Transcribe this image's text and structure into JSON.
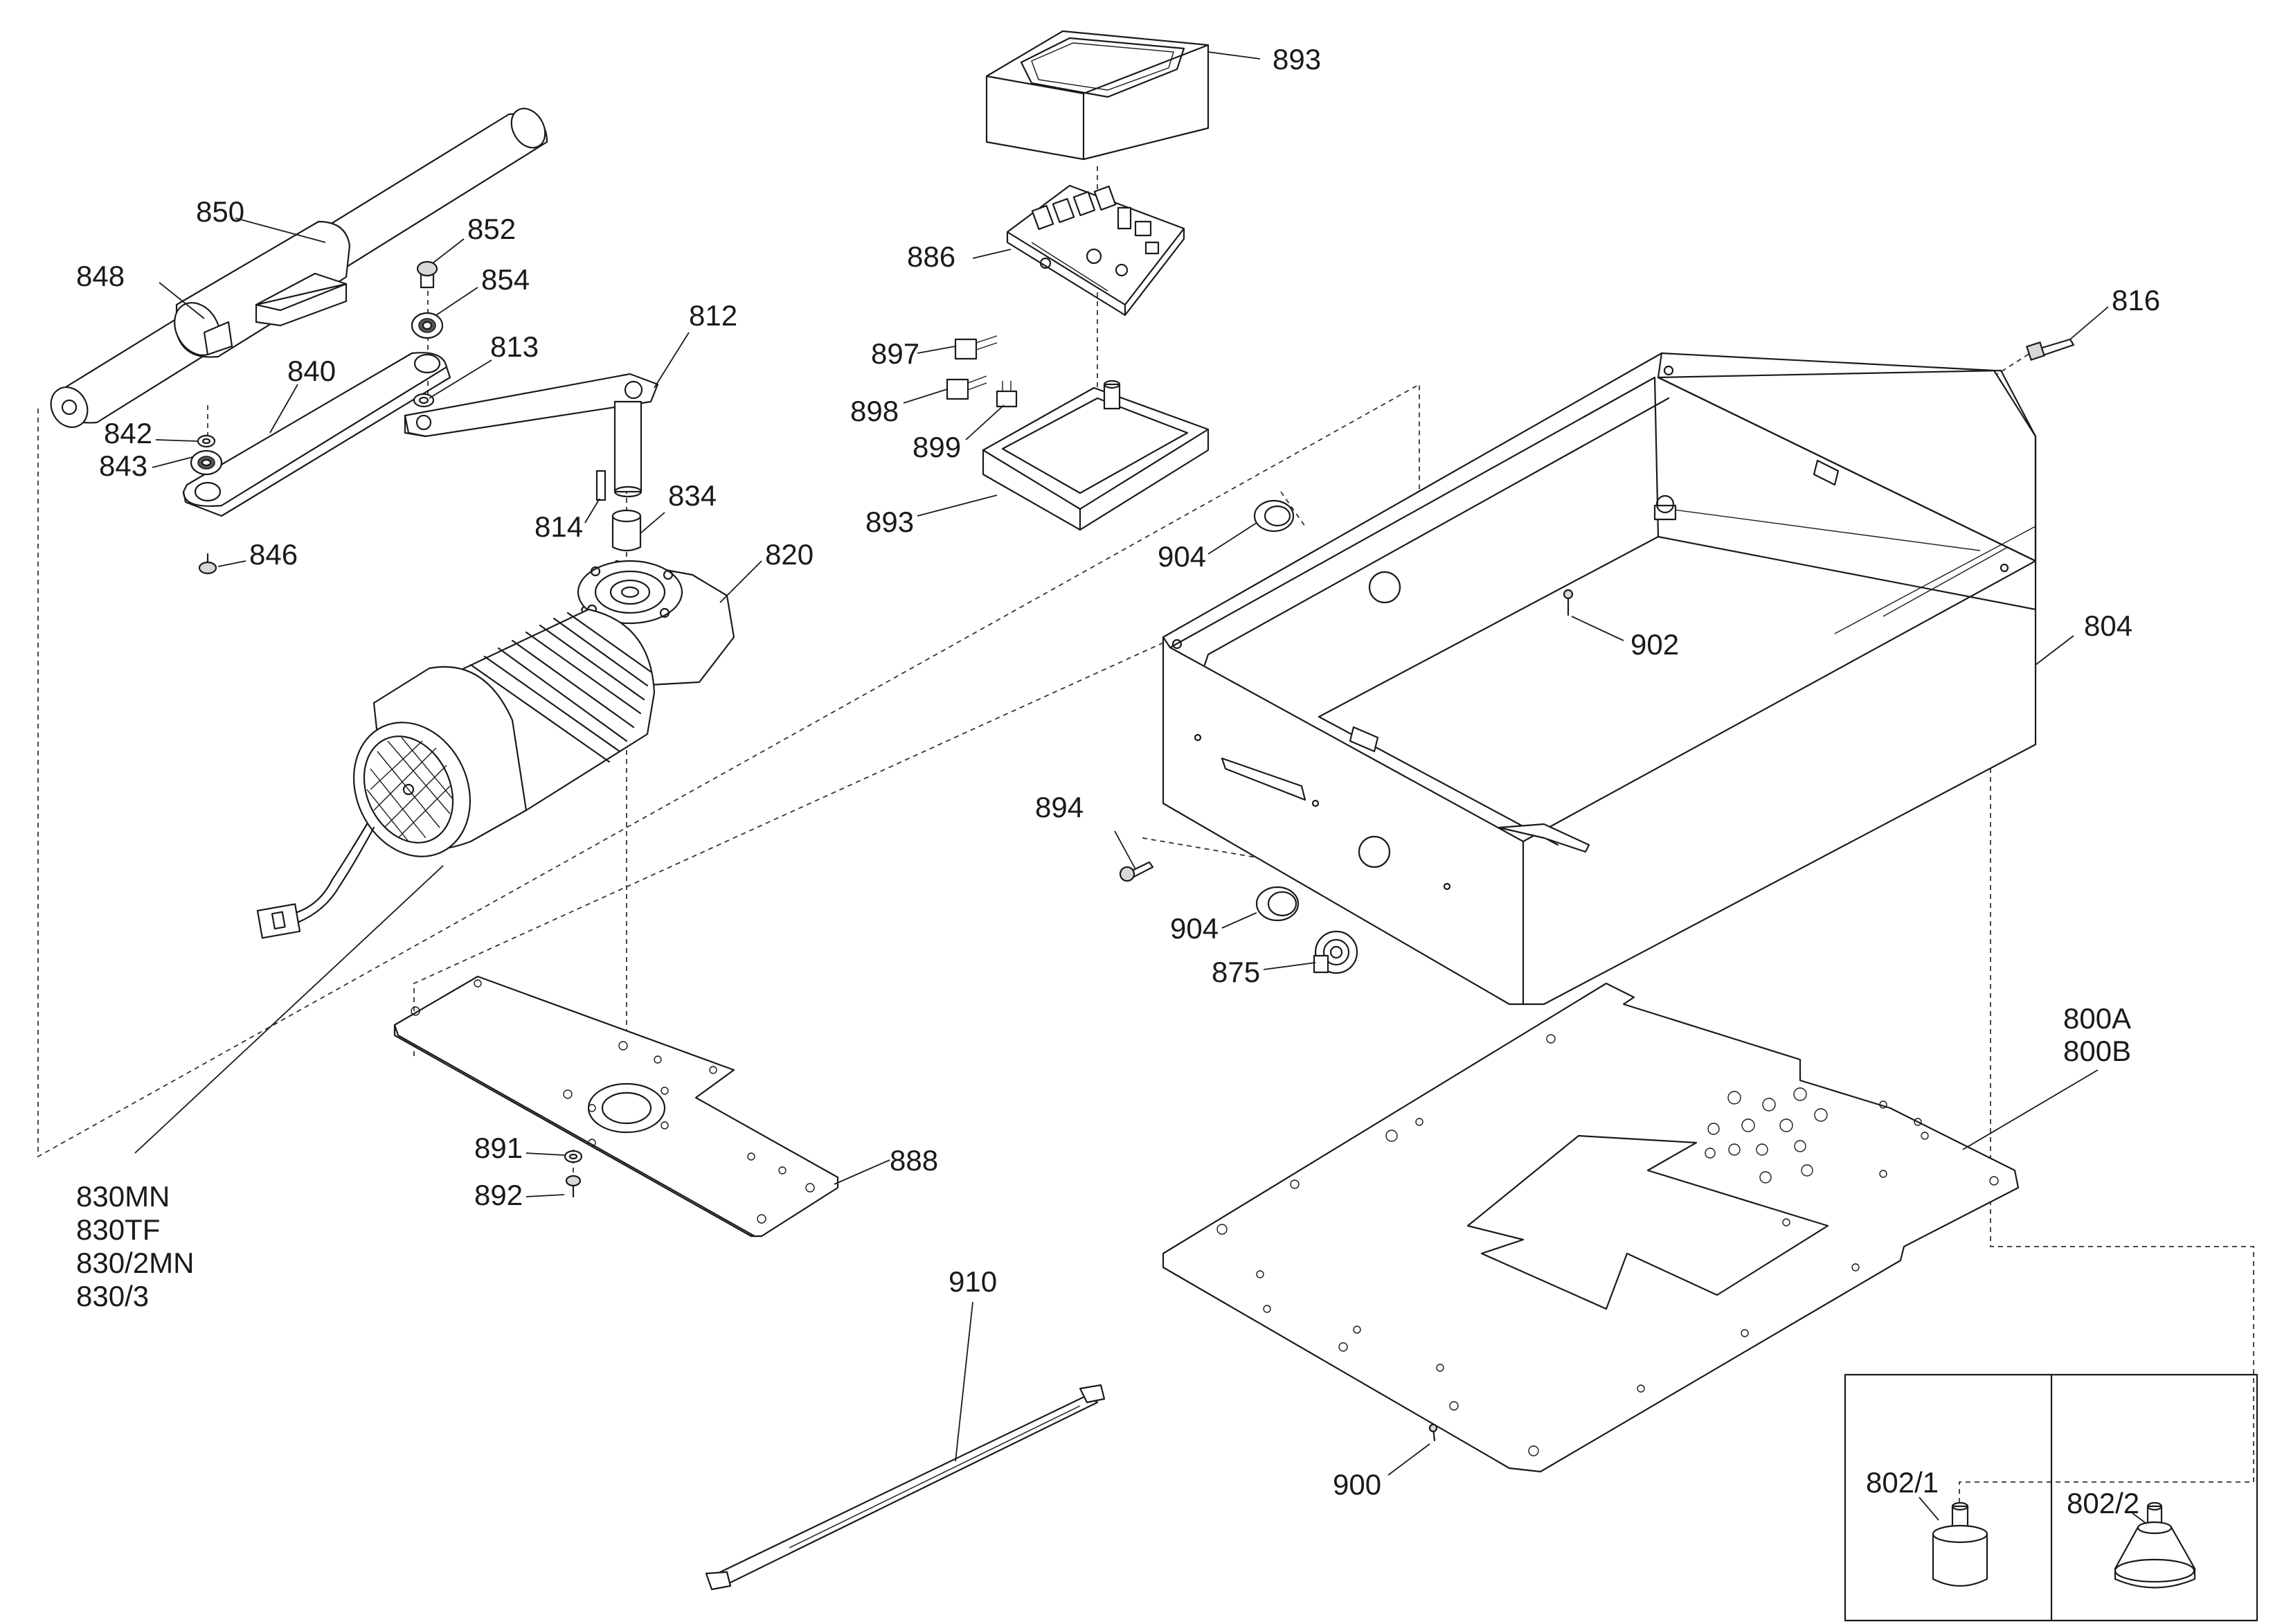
{
  "labels": {
    "l893a": "893",
    "l886": "886",
    "l897": "897",
    "l898": "898",
    "l899": "899",
    "l893b": "893",
    "l904a": "904",
    "l816": "816",
    "l902": "902",
    "l804": "804",
    "l850": "850",
    "l852": "852",
    "l848": "848",
    "l854": "854",
    "l812": "812",
    "l813": "813",
    "l840": "840",
    "l842": "842",
    "l843": "843",
    "l834": "834",
    "l814": "814",
    "l820": "820",
    "l846": "846",
    "l894": "894",
    "l904b": "904",
    "l875": "875",
    "l800": [
      "800A",
      "800B"
    ],
    "l891": "891",
    "l892": "892",
    "l888": "888",
    "l830": [
      "830MN",
      "830TF",
      "830/2MN",
      "830/3"
    ],
    "l910": "910",
    "l900": "900",
    "l802_1": "802/1",
    "l802_2": "802/2"
  }
}
